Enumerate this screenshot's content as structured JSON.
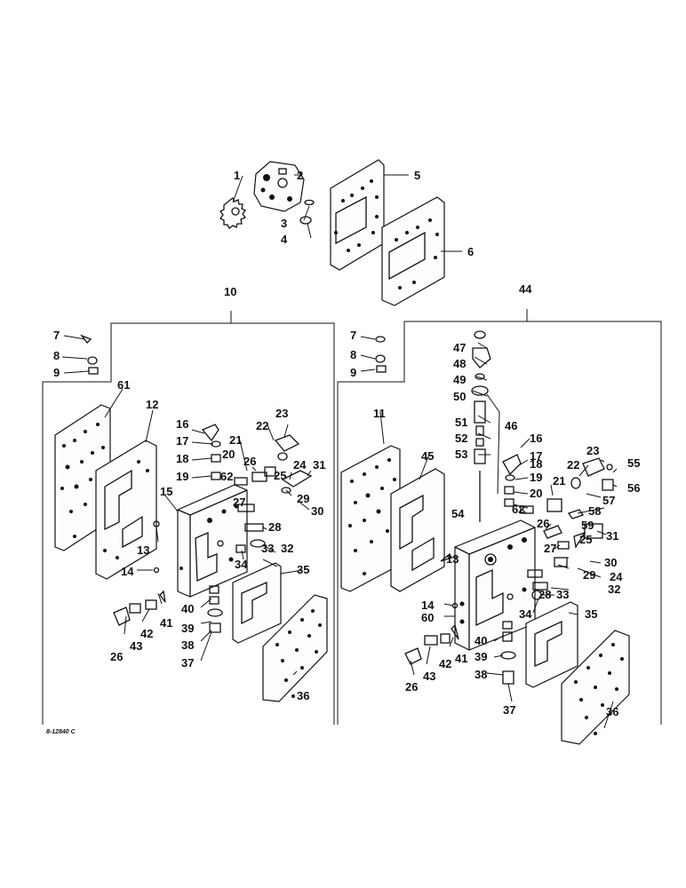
{
  "drawing_code": "8-12840 C",
  "labels": {
    "top": [
      "1",
      "2",
      "3",
      "4",
      "5",
      "6"
    ],
    "group_left": "10",
    "group_right": "44",
    "left": [
      "7",
      "8",
      "9",
      "61",
      "12",
      "16",
      "17",
      "18",
      "19",
      "62",
      "20",
      "22",
      "23",
      "21",
      "26",
      "24",
      "31",
      "25",
      "27",
      "30",
      "29",
      "15",
      "28",
      "13",
      "33",
      "32",
      "34",
      "35",
      "14",
      "40",
      "41",
      "42",
      "43",
      "26",
      "39",
      "38",
      "37",
      "36"
    ],
    "right": [
      "7",
      "8",
      "9",
      "47",
      "48",
      "49",
      "50",
      "11",
      "51",
      "46",
      "52",
      "53",
      "16",
      "45",
      "17",
      "23",
      "55",
      "22",
      "18",
      "56",
      "21",
      "19",
      "57",
      "20",
      "54",
      "62",
      "58",
      "59",
      "26",
      "31",
      "13",
      "25",
      "30",
      "27",
      "29",
      "33",
      "28",
      "24",
      "32",
      "14",
      "34",
      "35",
      "60",
      "40",
      "41",
      "39",
      "42",
      "43",
      "26",
      "38",
      "37",
      "36"
    ]
  }
}
